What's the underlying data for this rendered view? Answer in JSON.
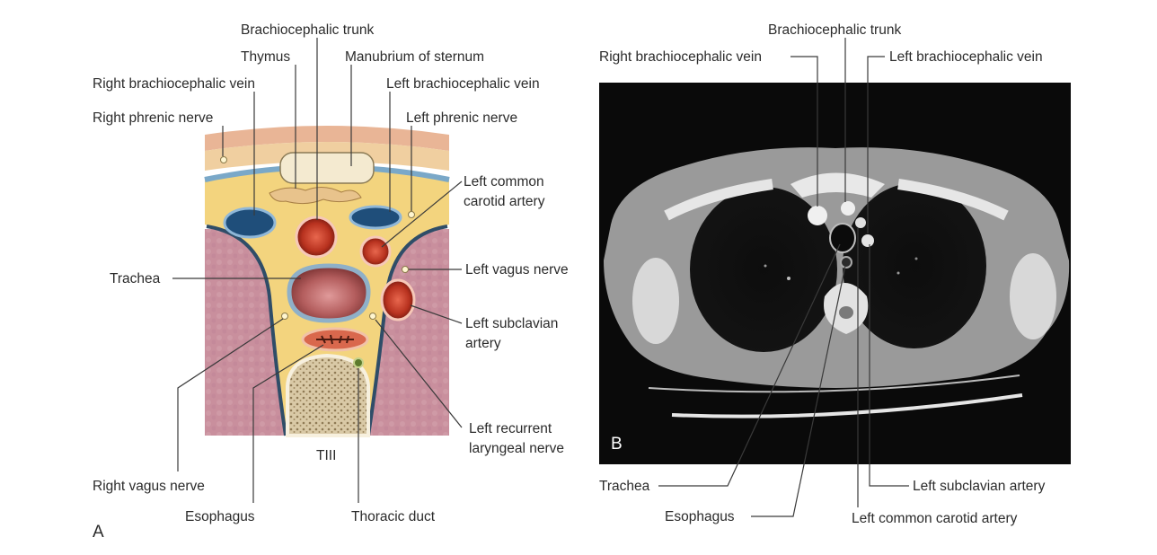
{
  "panel_a": {
    "letter": "A",
    "labels": {
      "brachiocephalic_trunk": "Brachiocephalic trunk",
      "thymus": "Thymus",
      "manubrium": "Manubrium of sternum",
      "right_brachiocephalic_vein": "Right brachiocephalic vein",
      "left_brachiocephalic_vein": "Left brachiocephalic vein",
      "right_phrenic_nerve": "Right phrenic nerve",
      "left_phrenic_nerve": "Left phrenic nerve",
      "left_common_carotid_1": "Left common",
      "left_common_carotid_2": "carotid artery",
      "trachea": "Trachea",
      "left_vagus_nerve": "Left vagus nerve",
      "left_subclavian_1": "Left subclavian",
      "left_subclavian_2": "artery",
      "left_recurrent_1": "Left recurrent",
      "left_recurrent_2": "laryngeal nerve",
      "vertebra": "TIII",
      "right_vagus_nerve": "Right vagus nerve",
      "esophagus": "Esophagus",
      "thoracic_duct": "Thoracic duct"
    }
  },
  "panel_b": {
    "letter": "B",
    "labels": {
      "brachiocephalic_trunk": "Brachiocephalic trunk",
      "right_brachiocephalic_vein": "Right brachiocephalic vein",
      "left_brachiocephalic_vein": "Left brachiocephalic vein",
      "trachea": "Trachea",
      "esophagus": "Esophagus",
      "left_subclavian_artery": "Left subclavian artery",
      "left_common_carotid_artery": "Left common carotid artery"
    }
  },
  "colors": {
    "muscle": "#c98a9a",
    "fat": "#f1d37a",
    "artery": "#c0392b",
    "vein": "#1f4e7a",
    "ct_background": "#0a0a0a"
  }
}
